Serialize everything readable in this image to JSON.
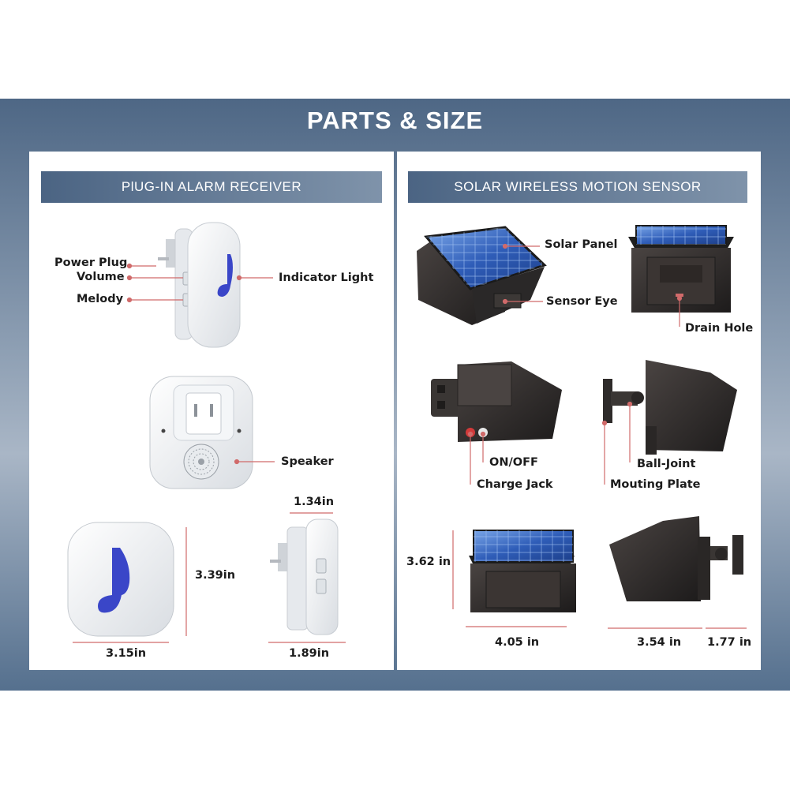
{
  "title": "PARTS & SIZE",
  "left_section": {
    "heading": "PlUG-IN ALARM RECEIVER",
    "labels": {
      "power_plug": "Power Plug",
      "volume": "Volume",
      "melody": "Melody",
      "indicator_light": "Indicator Light",
      "speaker": "Speaker"
    },
    "dimensions": {
      "height": "3.39in",
      "width": "3.15in",
      "top_depth": "1.34in",
      "depth": "1.89in"
    }
  },
  "right_section": {
    "heading": "SOLAR WIRELESS MOTION SENSOR",
    "labels": {
      "solar_panel": "Solar Panel",
      "sensor_eye": "Sensor Eye",
      "drain_hole": "Drain Hole",
      "on_off": "ON/OFF",
      "charge_jack": "Charge Jack",
      "ball_joint": "Ball-Joint",
      "mounting_plate": "Mouting Plate"
    },
    "dimensions": {
      "height": "3.62 in",
      "width": "4.05 in",
      "depth": "3.54 in",
      "bracket": "1.77 in"
    }
  },
  "colors": {
    "banner": "#5a728f",
    "accent_line": "#d06a6a",
    "device_white": "#f4f6f8",
    "device_dark": "#2b2b2e",
    "solar_blue": "#2f5db8",
    "note_icon": "#3a46c8"
  },
  "icons": [
    "music-note-icon",
    "solar-panel-icon",
    "plug-icon",
    "speaker-grille-icon"
  ]
}
